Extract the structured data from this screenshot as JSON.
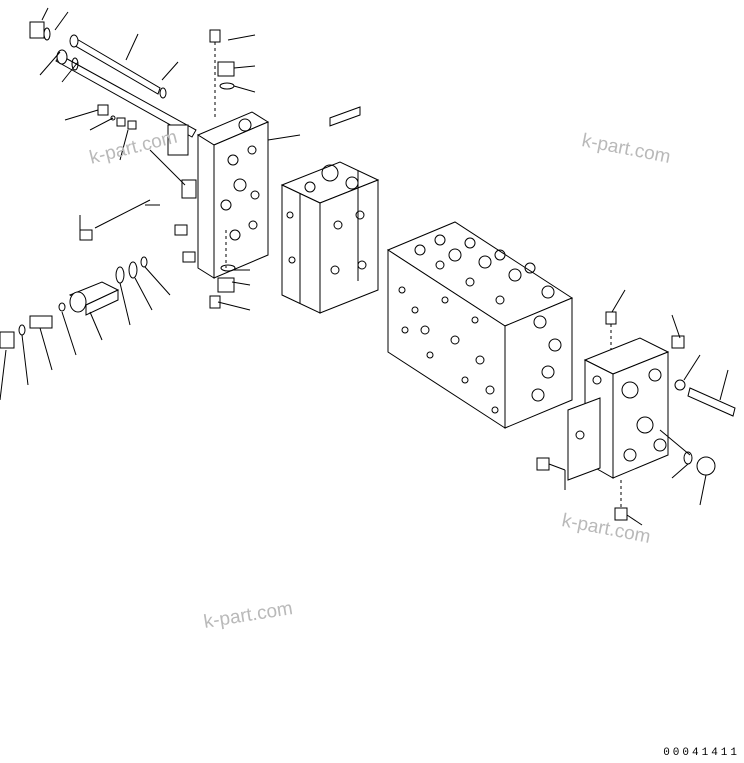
{
  "watermarks": [
    "k-part.com",
    "k-part.com",
    "k-part.com",
    "k-part.com"
  ],
  "drawing_number": "00041411"
}
